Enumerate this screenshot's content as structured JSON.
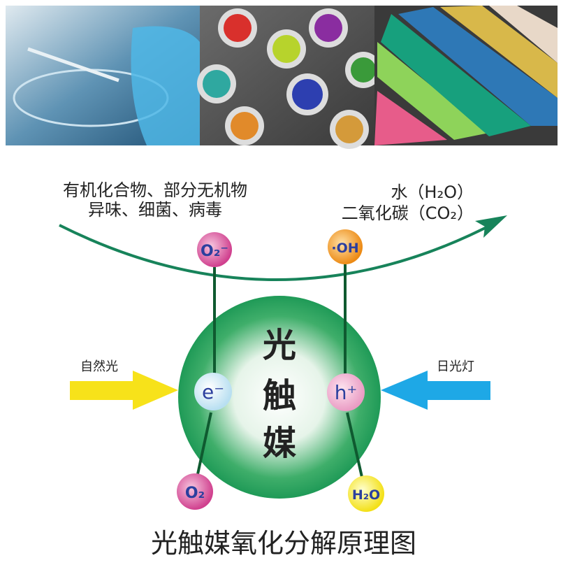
{
  "photos": [
    {
      "subject": "lab-petri-dish"
    },
    {
      "subject": "paint-cans"
    },
    {
      "subject": "colored-hoses"
    }
  ],
  "inputs_label": {
    "line1": "有机化合物、部分无机物",
    "line2": "异味、细菌、病毒"
  },
  "outputs_label": {
    "line1": "水（H₂O）",
    "line2": "二氧化碳（CO₂）"
  },
  "catalyst": {
    "char1": "光",
    "char2": "触",
    "char3": "媒"
  },
  "particles": {
    "electron": "e⁻",
    "hole": "h⁺",
    "superoxide": "O₂⁻",
    "hydroxyl": "·OH",
    "oxygen": "O₂",
    "water": "H₂O"
  },
  "light_left": "自然光",
  "light_right": "日光灯",
  "title": "光触媒氧化分解原理图",
  "colors": {
    "green": "#1f9a57",
    "arrow_green": "#17835a",
    "yellow": "#f7e21a",
    "blue": "#1ea8e6",
    "pink": "#d9529e",
    "orange": "#f09a24"
  }
}
